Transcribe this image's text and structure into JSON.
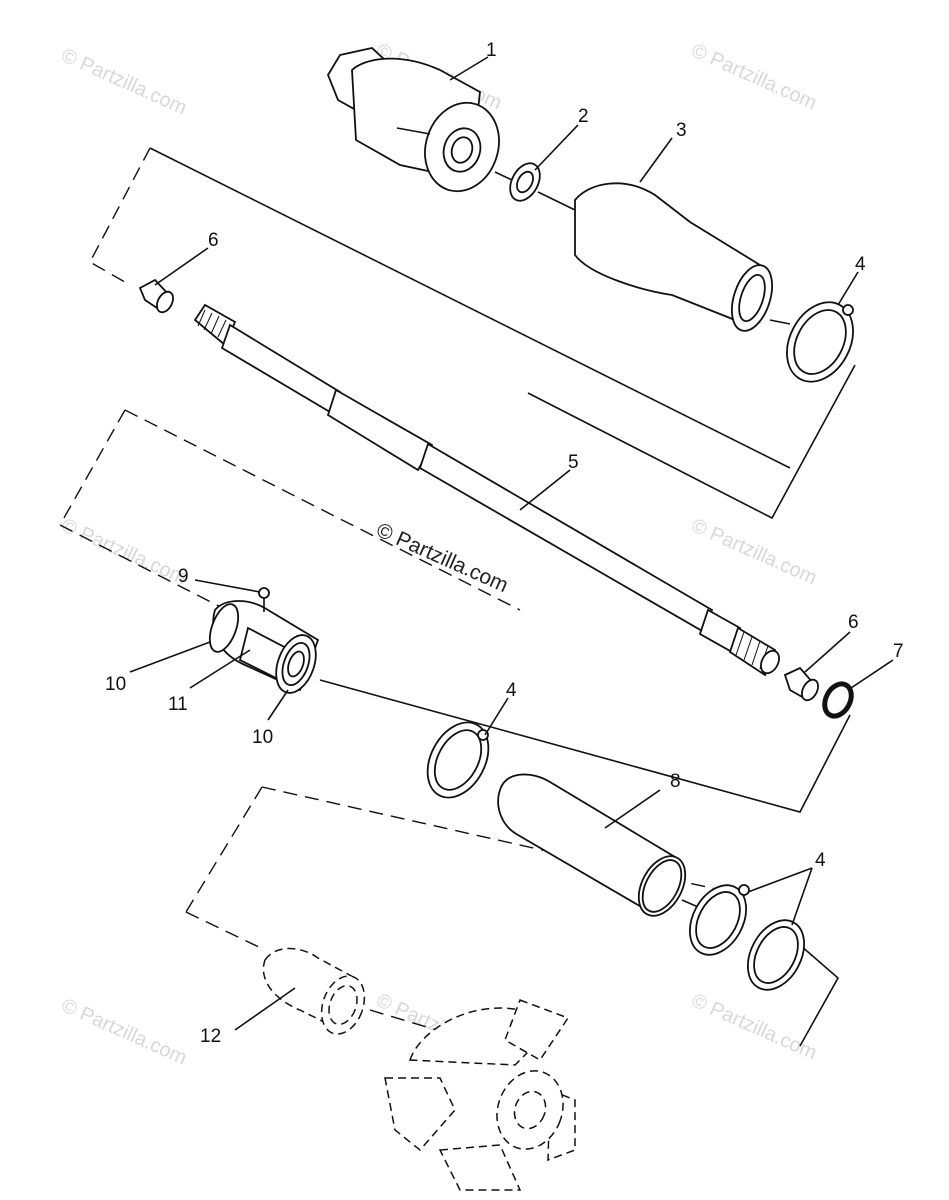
{
  "watermark": {
    "center_text": "© Partzilla.com",
    "tile_text": "© Partzilla.com"
  },
  "callouts": {
    "c1": "1",
    "c2": "2",
    "c3": "3",
    "c4a": "4",
    "c5": "5",
    "c6a": "6",
    "c6b": "6",
    "c7": "7",
    "c9": "9",
    "c10a": "10",
    "c10b": "10",
    "c11": "11",
    "c4b": "4",
    "c8": "8",
    "c4c": "4",
    "c12": "12"
  },
  "colors": {
    "line": "#111111",
    "watermark": "#d8d8d8"
  }
}
